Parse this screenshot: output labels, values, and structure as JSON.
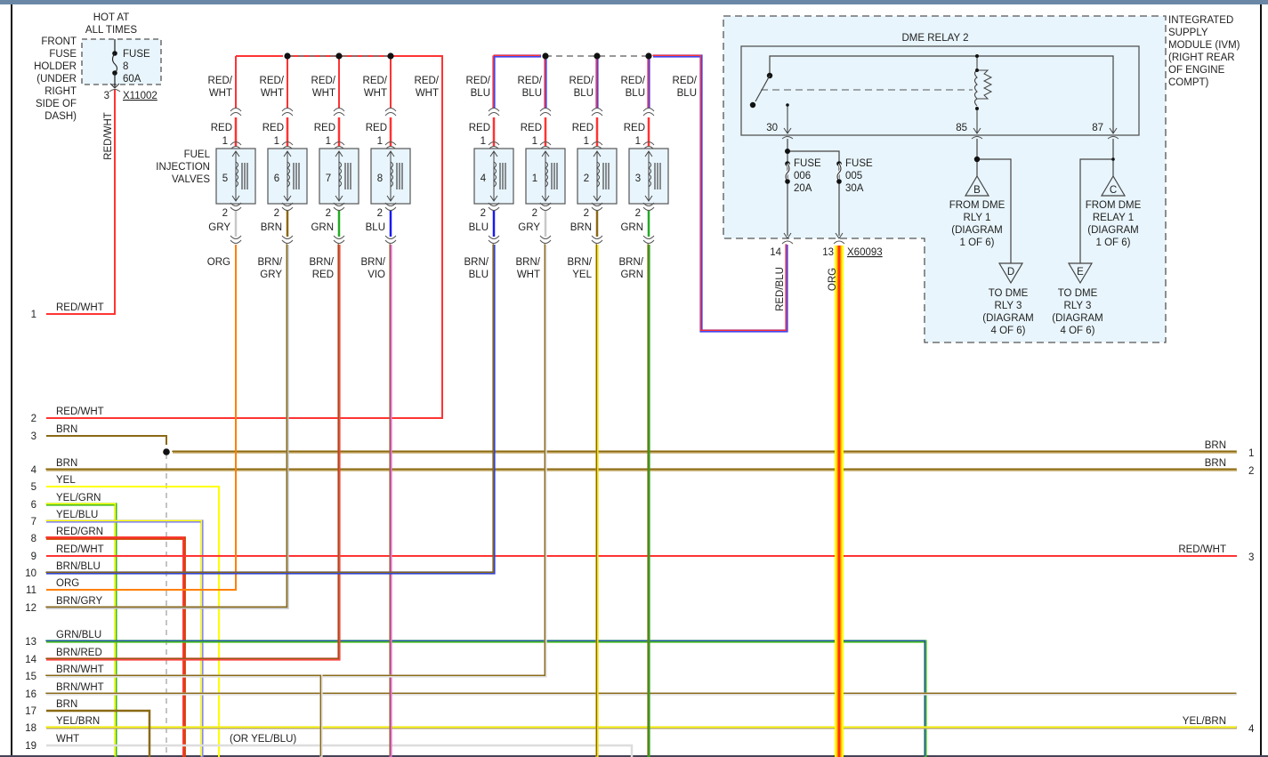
{
  "page": {
    "type": "wiring-diagram",
    "title": "Fuel Injection Valves / DME Relay 2 Wiring Diagram"
  },
  "fuse_holder": {
    "header": [
      "HOT AT",
      "ALL TIMES"
    ],
    "location": [
      "FRONT",
      "FUSE",
      "HOLDER",
      "(UNDER",
      "RIGHT",
      "SIDE OF",
      "DASH)"
    ],
    "fuse_label": [
      "FUSE",
      "8",
      "60A"
    ],
    "pin": "3",
    "connector": "X11002",
    "wire": "RED/WHT"
  },
  "injectors": {
    "group_label": [
      "FUEL",
      "INJECTION",
      "VALVES"
    ],
    "bank_a": [
      {
        "cyl": "5",
        "feed": [
          "RED/",
          "WHT"
        ],
        "pin1": "1",
        "pin1_wire": "RED",
        "pin2": "2",
        "pin2_wire": "GRY",
        "out": [
          "ORG",
          ""
        ],
        "pin2_color": "#c8c8c8",
        "out_color": "#ff8000",
        "out_color2": "#ff8000"
      },
      {
        "cyl": "6",
        "feed": [
          "RED/",
          "WHT"
        ],
        "pin1": "1",
        "pin1_wire": "RED",
        "pin2": "2",
        "pin2_wire": "BRN",
        "out": [
          "BRN/",
          "GRY"
        ],
        "pin2_color": "#8b6914",
        "out_color": "#8b6914",
        "out_color2": "#bbbbbb"
      },
      {
        "cyl": "7",
        "feed": [
          "RED/",
          "WHT"
        ],
        "pin1": "1",
        "pin1_wire": "RED",
        "pin2": "2",
        "pin2_wire": "GRN",
        "out": [
          "BRN/",
          "RED"
        ],
        "pin2_color": "#22aa22",
        "out_color": "#8b5a14",
        "out_color2": "#ff4444"
      },
      {
        "cyl": "8",
        "feed": [
          "RED/",
          "WHT"
        ],
        "pin1": "1",
        "pin1_wire": "RED",
        "pin2": "2",
        "pin2_wire": "BLU",
        "out": [
          "BRN/",
          "VIO"
        ],
        "pin2_color": "#1a1aee",
        "out_color": "#8b6914",
        "out_color2": "#ee66ee"
      }
    ],
    "bank_a_extra_feed": [
      "RED/",
      "WHT"
    ],
    "bank_b": [
      {
        "cyl": "4",
        "feed": [
          "RED/",
          "BLU"
        ],
        "pin1": "1",
        "pin1_wire": "RED",
        "pin2": "2",
        "pin2_wire": "BLU",
        "out": [
          "BRN/",
          "BLU"
        ],
        "pin2_color": "#1a1aee",
        "out_color": "#8b6914",
        "out_color2": "#3344cc"
      },
      {
        "cyl": "1",
        "feed": [
          "RED/",
          "BLU"
        ],
        "pin1": "1",
        "pin1_wire": "RED",
        "pin2": "2",
        "pin2_wire": "GRY",
        "out": [
          "BRN/",
          "WHT"
        ],
        "pin2_color": "#c8c8c8",
        "out_color": "#8b6914",
        "out_color2": "#dddddd"
      },
      {
        "cyl": "2",
        "feed": [
          "RED/",
          "BLU"
        ],
        "pin1": "1",
        "pin1_wire": "RED",
        "pin2": "2",
        "pin2_wire": "BRN",
        "out": [
          "BRN/",
          "YEL"
        ],
        "pin2_color": "#8b6914",
        "out_color": "#8b6914",
        "out_color2": "#f0e000"
      },
      {
        "cyl": "3",
        "feed": [
          "RED/",
          "BLU"
        ],
        "pin1": "1",
        "pin1_wire": "RED",
        "pin2": "2",
        "pin2_wire": "GRN",
        "out": [
          "BRN/",
          "GRN"
        ],
        "pin2_color": "#22aa22",
        "out_color": "#8b6914",
        "out_color2": "#22aa22"
      }
    ],
    "bank_b_extra_feed": [
      "RED/",
      "BLU"
    ]
  },
  "ivm": {
    "label": [
      "INTEGRATED",
      "SUPPLY",
      "MODULE (IVM)",
      "(RIGHT REAR",
      "OF ENGINE",
      "COMPT)"
    ],
    "relay_title": "DME RELAY 2",
    "relay_pins": [
      "30",
      "85",
      "87"
    ],
    "fuses": [
      {
        "label": [
          "FUSE",
          "006",
          "20A"
        ]
      },
      {
        "label": [
          "FUSE",
          "005",
          "30A"
        ]
      }
    ],
    "connector": "X60093",
    "out_pins": [
      {
        "pin": "14",
        "wire": "RED/BLU"
      },
      {
        "pin": "13",
        "wire": "ORG"
      }
    ],
    "references": [
      {
        "letter": "B",
        "text": [
          "FROM DME",
          "RLY 1",
          "(DIAGRAM",
          "1 OF 6)"
        ]
      },
      {
        "letter": "C",
        "text": [
          "FROM DME",
          "RELAY 1",
          "(DIAGRAM",
          "1 OF 6)"
        ]
      },
      {
        "letter": "D",
        "text": [
          "TO DME",
          "RLY 3",
          "(DIAGRAM",
          "4 OF 6)"
        ]
      },
      {
        "letter": "E",
        "text": [
          "TO DME",
          "RLY 3",
          "(DIAGRAM",
          "4 OF 6)"
        ]
      }
    ]
  },
  "left_connector": {
    "rows": [
      {
        "num": "1",
        "wire": "RED/WHT"
      },
      {
        "num": "2",
        "wire": "RED/WHT"
      },
      {
        "num": "3",
        "wire": "BRN"
      },
      {
        "num": "4",
        "wire": "BRN"
      },
      {
        "num": "5",
        "wire": "YEL"
      },
      {
        "num": "6",
        "wire": "YEL/GRN"
      },
      {
        "num": "7",
        "wire": "YEL/BLU"
      },
      {
        "num": "8",
        "wire": "RED/GRN"
      },
      {
        "num": "9",
        "wire": "RED/WHT"
      },
      {
        "num": "10",
        "wire": "BRN/BLU"
      },
      {
        "num": "11",
        "wire": "ORG"
      },
      {
        "num": "12",
        "wire": "BRN/GRY"
      },
      {
        "num": "13",
        "wire": "GRN/BLU"
      },
      {
        "num": "14",
        "wire": "BRN/RED"
      },
      {
        "num": "15",
        "wire": "BRN/WHT"
      },
      {
        "num": "16",
        "wire": "BRN/WHT"
      },
      {
        "num": "17",
        "wire": "BRN"
      },
      {
        "num": "18",
        "wire": "YEL/BRN"
      },
      {
        "num": "19",
        "wire": "WHT"
      }
    ],
    "note_row19": "(OR YEL/BLU)"
  },
  "right_connector": {
    "rows": [
      {
        "num": "1",
        "wire": "BRN"
      },
      {
        "num": "2",
        "wire": "BRN"
      },
      {
        "num": "3",
        "wire": "RED/WHT"
      },
      {
        "num": "4",
        "wire": "YEL/BRN"
      }
    ]
  },
  "colors": {
    "red": "#ff3333",
    "blue": "#4444ee",
    "brown": "#8b6914",
    "yellow": "#ffff00",
    "orange": "#ff8000",
    "green": "#44bb22",
    "gray": "#c8c8c8",
    "module_fill": "#e6f4fc",
    "frame": "#555555"
  }
}
